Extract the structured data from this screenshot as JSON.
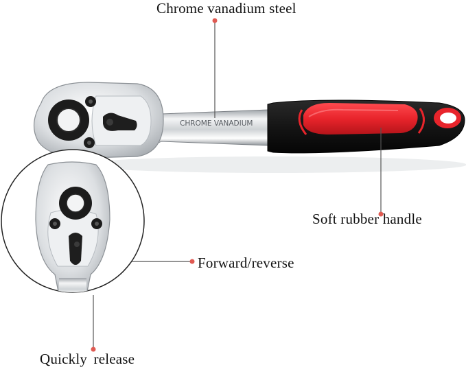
{
  "callouts": {
    "material": "Chrome vanadium steel",
    "handle": "Soft rubber handle",
    "direction": "Forward/reverse",
    "release": "Quickly  release"
  },
  "engraving": "CHROME VANADIUM",
  "colors": {
    "accent_red": "#e8242b",
    "handle_black": "#1a1a1a",
    "chrome": "#d9dcdf",
    "leader_dot": "#e05a52"
  }
}
